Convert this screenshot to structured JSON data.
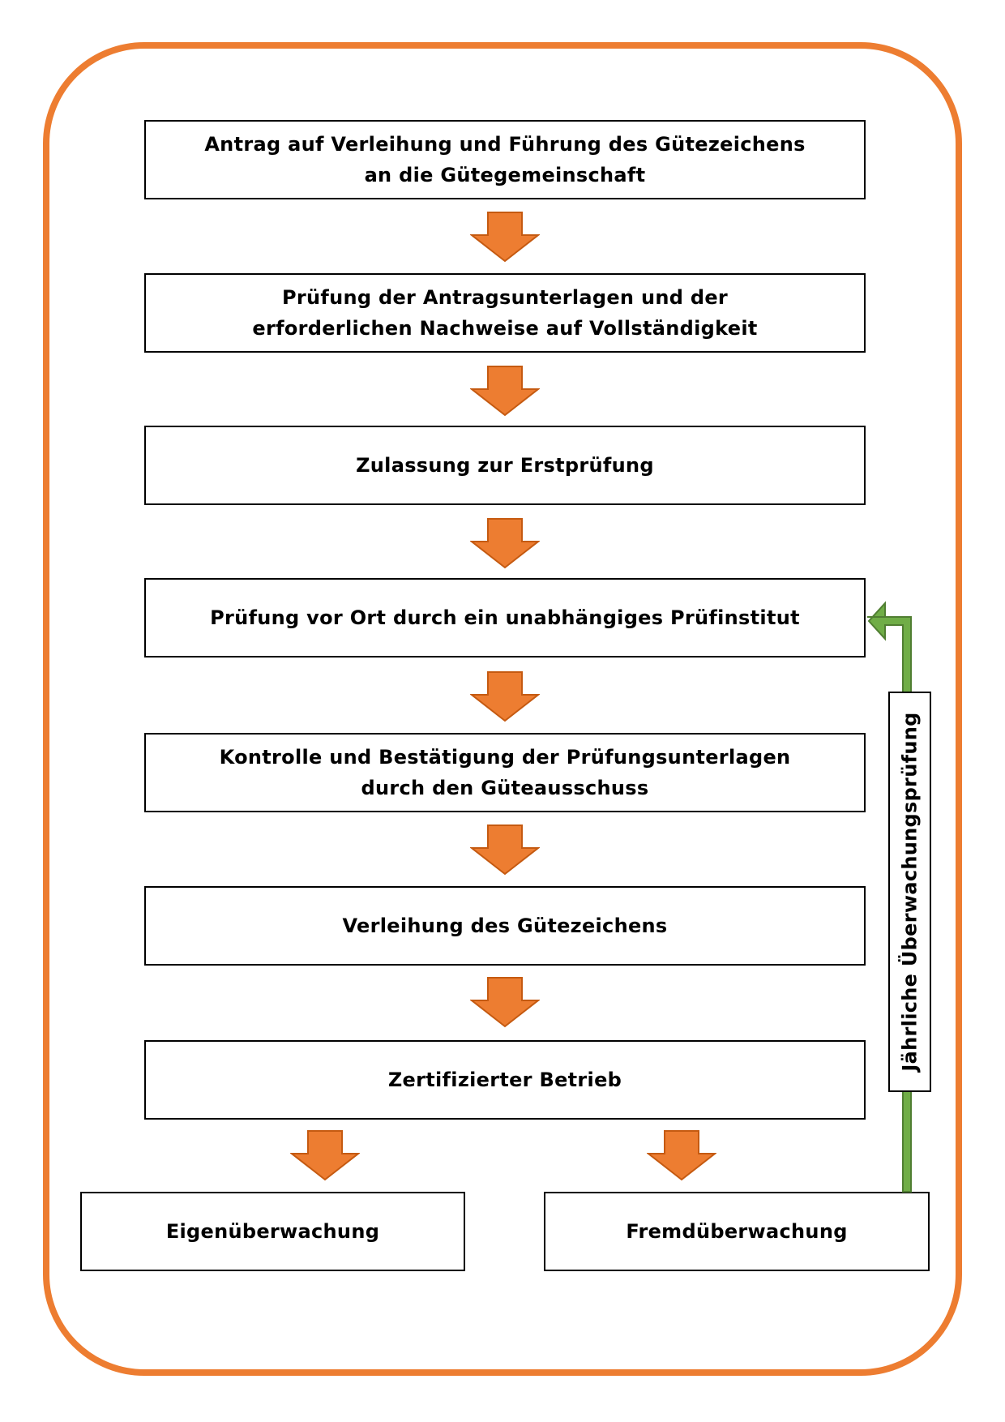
{
  "colors": {
    "frame": "#ED7D31",
    "arrow_fill": "#ED7D31",
    "arrow_stroke": "#C55A11",
    "loop_arrow": "#70AD47",
    "box_border": "#000000",
    "text": "#000000"
  },
  "steps": [
    {
      "lines": [
        "Antrag auf Verleihung und Führung des Gütezeichens",
        "an die Gütegemeinschaft"
      ]
    },
    {
      "lines": [
        "Prüfung der Antragsunterlagen und der",
        "erforderlichen Nachweise auf Vollständigkeit"
      ]
    },
    {
      "lines": [
        "Zulassung zur Erstprüfung"
      ]
    },
    {
      "lines": [
        "Prüfung vor Ort durch ein unabhängiges Prüfinstitut"
      ]
    },
    {
      "lines": [
        "Kontrolle und Bestätigung der Prüfungsunterlagen",
        "durch den Güteausschuss"
      ]
    },
    {
      "lines": [
        "Verleihung des Gütezeichens"
      ]
    },
    {
      "lines": [
        "Zertifizierter Betrieb"
      ]
    }
  ],
  "branches": {
    "left": "Eigenüberwachung",
    "right": "Fremdüberwachung"
  },
  "loop": {
    "label": "Jährliche Überwachungsprüfung"
  },
  "icons": {
    "flow_arrow": "down-arrow-icon",
    "loop_arrow": "left-arrow-icon"
  }
}
